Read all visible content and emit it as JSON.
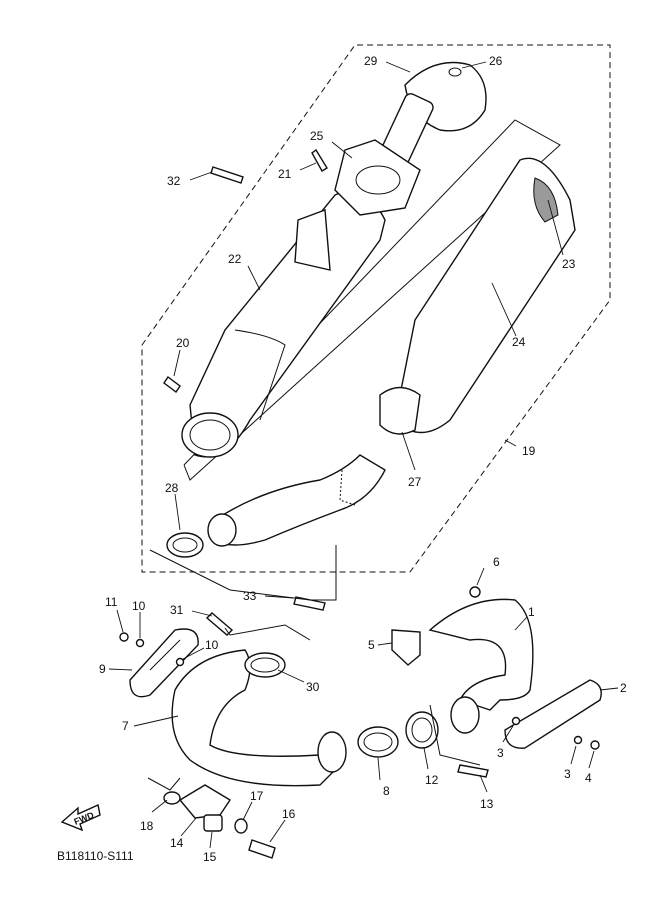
{
  "diagram_code": "B118110-S111",
  "fwd_label": "FWD",
  "callouts": [
    "1",
    "2",
    "3",
    "3",
    "4",
    "5",
    "6",
    "7",
    "8",
    "9",
    "10",
    "10",
    "11",
    "12",
    "13",
    "14",
    "15",
    "16",
    "17",
    "18",
    "19",
    "20",
    "21",
    "22",
    "23",
    "24",
    "25",
    "26",
    "27",
    "28",
    "29",
    "30",
    "31",
    "32",
    "33"
  ]
}
